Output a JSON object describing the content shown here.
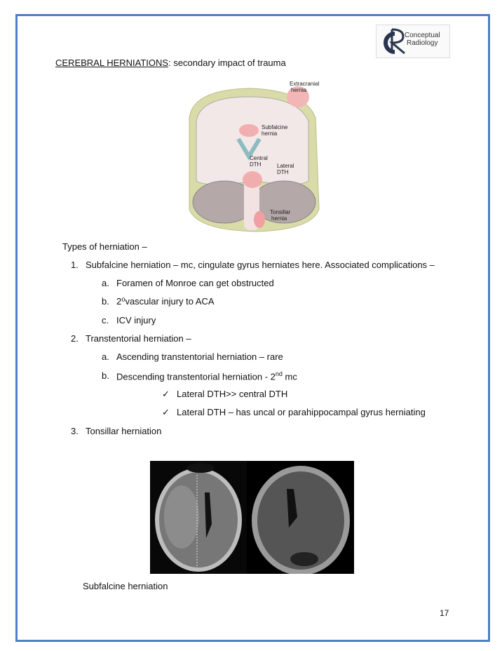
{
  "logo": {
    "line1": "Conceptual",
    "line2": "Radiology"
  },
  "title": {
    "main": "CEREBRAL HERNIATIONS",
    "rest": ": secondary impact of trauma"
  },
  "diagram": {
    "labels": {
      "extracranial": [
        "Extracranial",
        "hernia"
      ],
      "subfalcine": [
        "Subfalcine",
        "hernia"
      ],
      "central": [
        "Central",
        "DTH"
      ],
      "lateral": [
        "Lateral",
        "DTH"
      ],
      "tonsillar": [
        "Tonsillar",
        "hernia"
      ]
    }
  },
  "section_heading": "Types of herniation –",
  "list": [
    {
      "num": "1.",
      "text": "Subfalcine herniation – mc, cingulate gyrus herniates here. Associated complications –",
      "sub": [
        {
          "letter": "a.",
          "text": "Foramen of Monroe can get obstructed"
        },
        {
          "letter": "b.",
          "text": "2⁰vascular injury to ACA"
        },
        {
          "letter": "c.",
          "text": "ICV injury"
        }
      ]
    },
    {
      "num": "2.",
      "text": "Transtentorial herniation –",
      "sub": [
        {
          "letter": "a.",
          "text": "Ascending transtentorial herniation – rare"
        },
        {
          "letter": "b.",
          "text": "Descending transtentorial herniation - 2",
          "sup": "nd",
          "after": " mc"
        }
      ],
      "checks": [
        {
          "icon": "✓",
          "text": "Lateral DTH>> central DTH"
        },
        {
          "icon": "✓",
          "text": "Lateral DTH – has uncal or parahippocampal gyrus herniating"
        }
      ]
    },
    {
      "num": "3.",
      "text": "Tonsillar herniation"
    }
  ],
  "caption": "Subfalcine herniation",
  "page_number": "17",
  "colors": {
    "frame": "#4f7fc4"
  }
}
